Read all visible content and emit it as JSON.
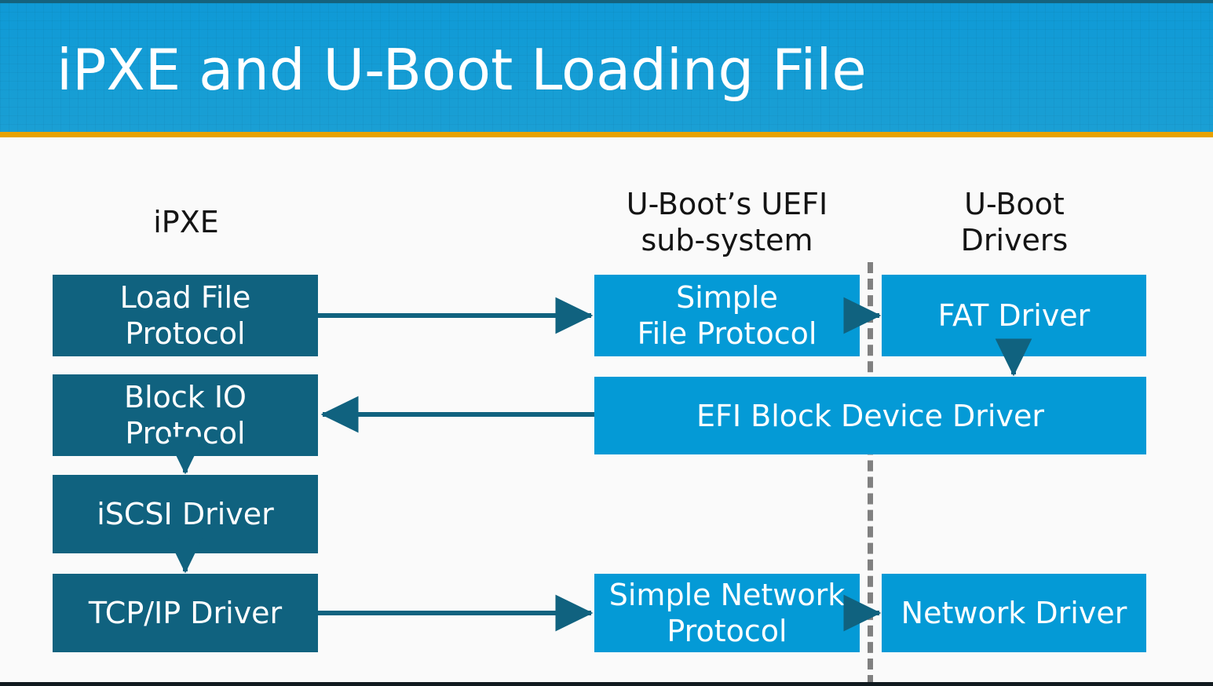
{
  "header": {
    "title": "iPXE and U-Boot Loading File",
    "background_color": "#109bd6",
    "accent_rule_color": "#e8a200",
    "title_color": "#ffffff"
  },
  "colors": {
    "dark_box": "#10627f",
    "light_box": "#049ad6",
    "arrow": "#10627f",
    "divider": "#808080",
    "canvas": "#fafafa",
    "heading_text": "#141414"
  },
  "diagram": {
    "column_headings": [
      {
        "id": "ipxe",
        "label": "iPXE"
      },
      {
        "id": "uboot-uefi",
        "label": "U-Boot’s UEFI\nsub-system"
      },
      {
        "id": "uboot-drv",
        "label": "U-Boot\nDrivers"
      }
    ],
    "boxes": [
      {
        "id": "load-file-protocol",
        "label": "Load File\nProtocol",
        "style": "dark"
      },
      {
        "id": "block-io-protocol",
        "label": "Block IO\nProtocol",
        "style": "dark"
      },
      {
        "id": "iscsi-driver",
        "label": "iSCSI Driver",
        "style": "dark"
      },
      {
        "id": "tcpip-driver",
        "label": "TCP/IP Driver",
        "style": "dark"
      },
      {
        "id": "simple-file-protocol",
        "label": "Simple\nFile Protocol",
        "style": "light"
      },
      {
        "id": "efi-block-device-driver",
        "label": "EFI Block Device Driver",
        "style": "light"
      },
      {
        "id": "simple-network-protocol",
        "label": "Simple Network\nProtocol",
        "style": "light"
      },
      {
        "id": "fat-driver",
        "label": "FAT Driver",
        "style": "light"
      },
      {
        "id": "network-driver",
        "label": "Network Driver",
        "style": "light"
      }
    ],
    "connections": [
      {
        "id": "load-file-to-simple-file",
        "from": "load-file-protocol",
        "to": "simple-file-protocol",
        "direction": "right"
      },
      {
        "id": "simple-file-to-fat",
        "from": "simple-file-protocol",
        "to": "fat-driver",
        "direction": "right"
      },
      {
        "id": "fat-to-efi-block",
        "from": "fat-driver",
        "to": "efi-block-device-driver",
        "direction": "down"
      },
      {
        "id": "efi-block-to-block-io",
        "from": "efi-block-device-driver",
        "to": "block-io-protocol",
        "direction": "left"
      },
      {
        "id": "block-io-to-iscsi",
        "from": "block-io-protocol",
        "to": "iscsi-driver",
        "direction": "down"
      },
      {
        "id": "iscsi-to-tcpip",
        "from": "iscsi-driver",
        "to": "tcpip-driver",
        "direction": "down"
      },
      {
        "id": "tcpip-to-simple-network",
        "from": "tcpip-driver",
        "to": "simple-network-protocol",
        "direction": "right"
      },
      {
        "id": "simple-network-to-network",
        "from": "simple-network-protocol",
        "to": "network-driver",
        "direction": "right"
      }
    ],
    "divider": {
      "id": "uefi-driver-boundary",
      "style": "dashed-vertical"
    }
  }
}
